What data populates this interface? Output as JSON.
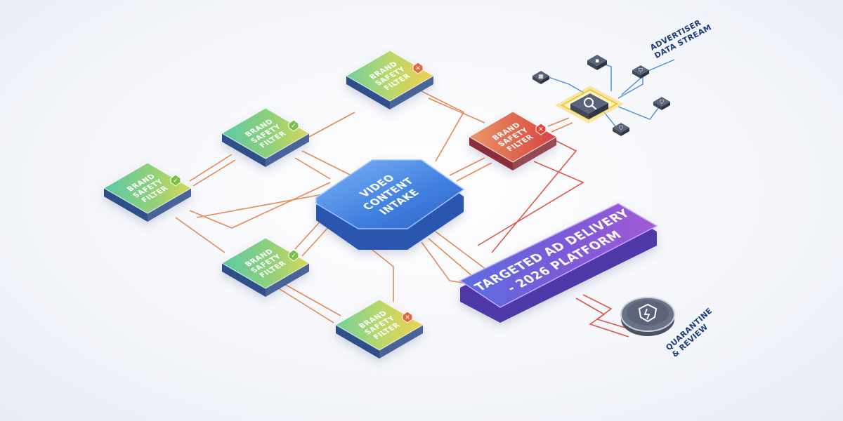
{
  "filter_label_lines": [
    "BRAND",
    "SAFETY",
    "FILTER"
  ],
  "intake": {
    "lines": [
      "VIDEO",
      "CONTENT",
      "INTAKE"
    ]
  },
  "platform": {
    "lines": [
      "TARGETED AD DELIVERY",
      "- 2026 PLATFORM"
    ]
  },
  "advertiser": {
    "lines": [
      "ADVERTISER",
      "DATA STREAM"
    ]
  },
  "quarantine": {
    "lines": [
      "QUARANTINE",
      "& REVIEW"
    ]
  },
  "filters": [
    {
      "id": "f1",
      "tone": "green",
      "badge": "check",
      "badge_color": "#7cc04a"
    },
    {
      "id": "f2",
      "tone": "green",
      "badge": "check",
      "badge_color": "#7cc04a"
    },
    {
      "id": "f3",
      "tone": "yellow",
      "badge": "cross",
      "badge_color": "#e0673b"
    },
    {
      "id": "f4",
      "tone": "green",
      "badge": "check",
      "badge_color": "#7cc04a"
    },
    {
      "id": "f5",
      "tone": "yellow",
      "badge": "cross",
      "badge_color": "#e0673b"
    },
    {
      "id": "f6",
      "tone": "red",
      "badge": "cross",
      "badge_color": "#e0473b"
    }
  ],
  "colors": {
    "intake": "#3f7fe0",
    "platform": "#8a4fd4",
    "connector": "#e58a55",
    "connector_red": "#e0564a",
    "data_link": "#4a8de0",
    "hub_glow": "#f5d75a"
  }
}
